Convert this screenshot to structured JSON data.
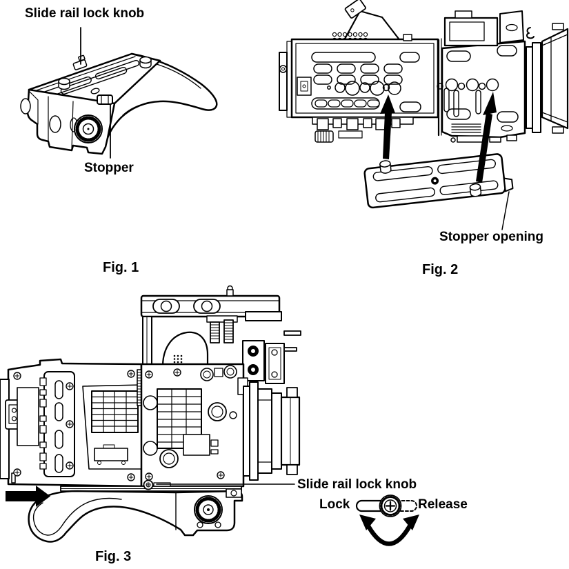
{
  "colors": {
    "ink": "#000000",
    "paper": "#ffffff"
  },
  "figures": {
    "fig1": {
      "caption": "Fig. 1",
      "labels": {
        "slide_rail_lock_knob": "Slide rail lock knob",
        "stopper": "Stopper"
      }
    },
    "fig2": {
      "caption": "Fig. 2",
      "labels": {
        "stopper_opening": "Stopper opening"
      }
    },
    "fig3": {
      "caption": "Fig. 3",
      "labels": {
        "slide_rail_lock_knob": "Slide rail lock knob",
        "lock": "Lock",
        "release": "Release"
      }
    }
  },
  "icons": {
    "fig2_insert_arrows": "up-arrow",
    "fig3_slide_arrow": "right-arrow",
    "knob_rotation": "curved-double-arrow",
    "lock_knob": "slide-rail-lock-knob"
  }
}
